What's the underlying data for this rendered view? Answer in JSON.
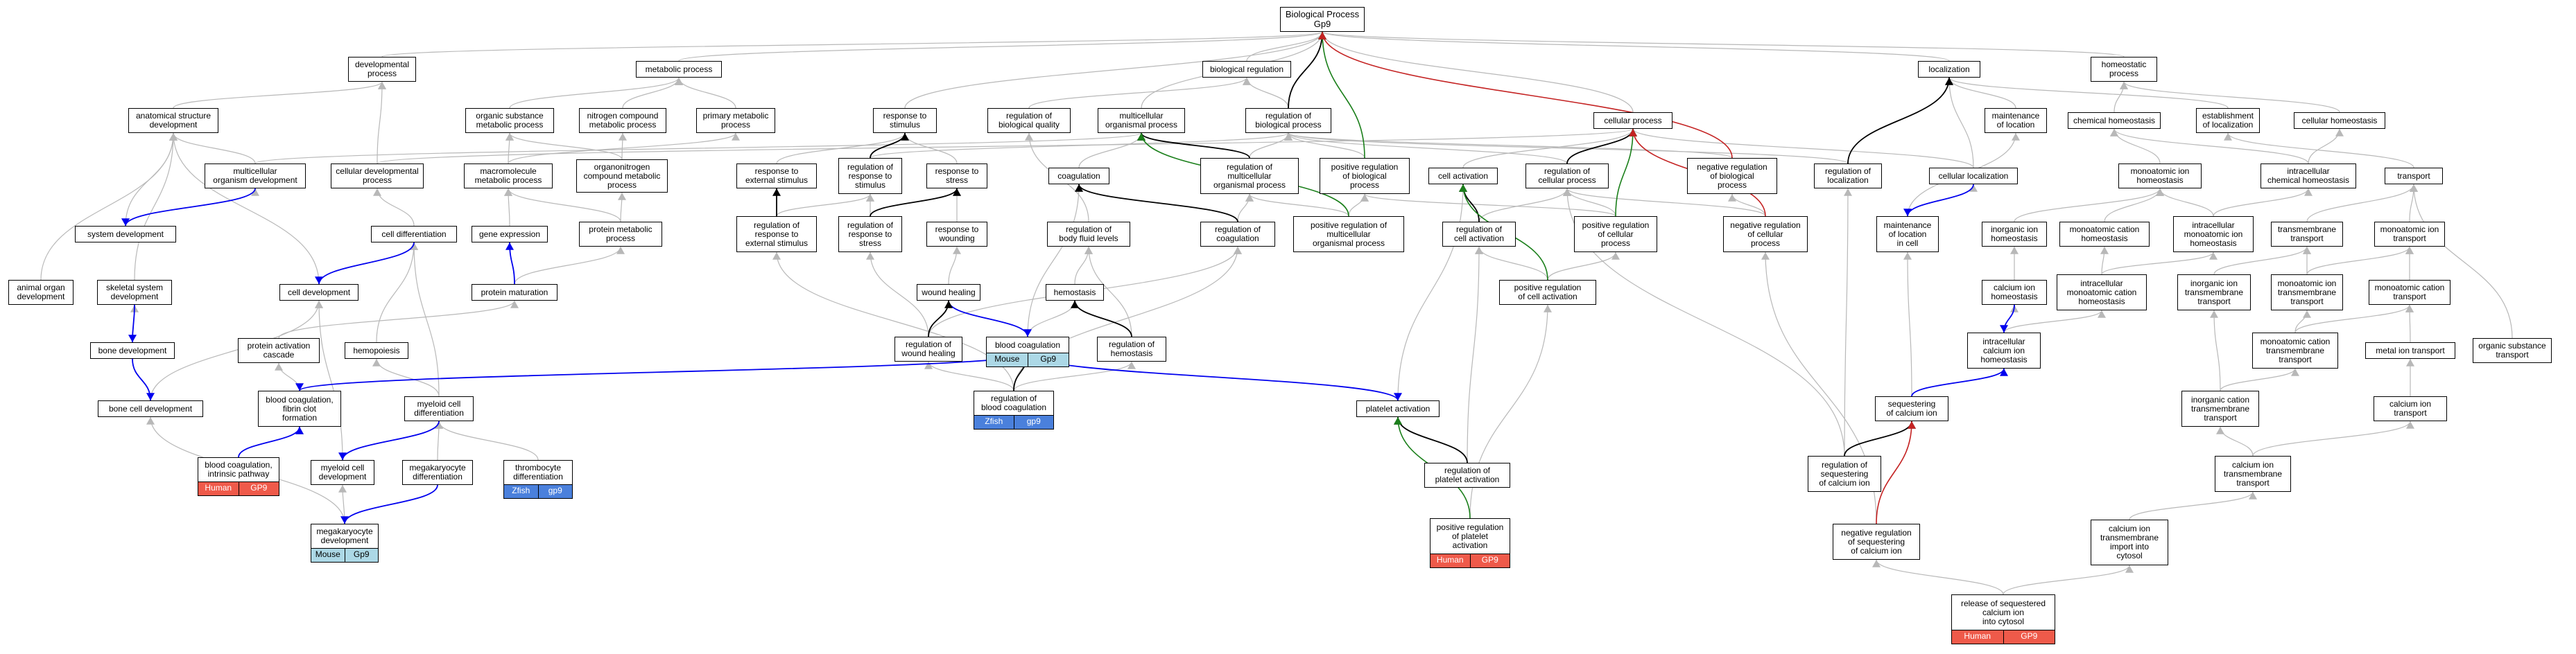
{
  "nodes": {
    "biological_process": "Biological Process\nGp9",
    "developmental_process": "developmental\nprocess",
    "metabolic_process": "metabolic process",
    "biological_regulation": "biological regulation",
    "localization": "localization",
    "homeostatic_process": "homeostatic\nprocess",
    "anatomical_structure_development": "anatomical structure\ndevelopment",
    "organic_substance_metabolic_process": "organic substance\nmetabolic process",
    "nitrogen_compound_metabolic_process": "nitrogen compound\nmetabolic process",
    "primary_metabolic_process": "primary metabolic\nprocess",
    "response_to_stimulus": "response to\nstimulus",
    "regulation_of_biological_quality": "regulation of\nbiological quality",
    "multicellular_organismal_process": "multicellular\norganismal process",
    "regulation_of_biological_process": "regulation of\nbiological process",
    "cellular_process": "cellular process",
    "maintenance_of_location": "maintenance\nof location",
    "chemical_homeostasis": "chemical homeostasis",
    "establishment_of_localization": "establishment\nof localization",
    "cellular_homeostasis": "cellular homeostasis",
    "multicellular_organism_development": "multicellular\norganism development",
    "cellular_developmental_process": "cellular developmental\nprocess",
    "macromolecule_metabolic_process": "macromolecule\nmetabolic process",
    "organonitrogen_compound_metabolic_process": "organonitrogen\ncompound metabolic\nprocess",
    "response_to_external_stimulus": "response to\nexternal stimulus",
    "regulation_of_response_to_stimulus": "regulation of\nresponse to\nstimulus",
    "response_to_stress": "response to\nstress",
    "coagulation": "coagulation",
    "regulation_of_multicellular_organismal_process": "regulation of\nmulticellular\norganismal process",
    "positive_regulation_of_biological_process": "positive regulation\nof biological\nprocess",
    "cell_activation": "cell activation",
    "regulation_of_cellular_process": "regulation of\ncellular process",
    "negative_regulation_of_biological_process": "negative regulation\nof biological\nprocess",
    "regulation_of_localization": "regulation of\nlocalization",
    "cellular_localization": "cellular localization",
    "monoatomic_ion_homeostasis": "monoatomic ion\nhomeostasis",
    "intracellular_chemical_homeostasis": "intracellular\nchemical homeostasis",
    "transport": "transport",
    "system_development": "system development",
    "cell_differentiation": "cell differentiation",
    "gene_expression": "gene expression",
    "protein_metabolic_process": "protein metabolic\nprocess",
    "regulation_of_response_to_external_stimulus": "regulation of\nresponse to\nexternal stimulus",
    "regulation_of_response_to_stress": "regulation of\nresponse to\nstress",
    "response_to_wounding": "response to\nwounding",
    "regulation_of_body_fluid_levels": "regulation of\nbody fluid levels",
    "regulation_of_coagulation": "regulation of\ncoagulation",
    "positive_regulation_of_multicellular_organismal_process": "positive regulation of\nmulticellular\norganismal process",
    "regulation_of_cell_activation": "regulation of\ncell activation",
    "positive_regulation_of_cellular_process": "positive regulation\nof cellular\nprocess",
    "negative_regulation_of_cellular_process": "negative regulation\nof cellular\nprocess",
    "maintenance_of_location_in_cell": "maintenance\nof location\nin cell",
    "inorganic_ion_homeostasis": "inorganic ion\nhomeostasis",
    "monoatomic_cation_homeostasis": "monoatomic cation\nhomeostasis",
    "intracellular_monoatomic_ion_homeostasis": "intracellular\nmonoatomic ion\nhomeostasis",
    "transmembrane_transport": "transmembrane\ntransport",
    "monoatomic_ion_transport": "monoatomic ion\ntransport",
    "animal_organ_development": "animal organ\ndevelopment",
    "skeletal_system_development": "skeletal system\ndevelopment",
    "cell_development": "cell development",
    "protein_maturation": "protein maturation",
    "wound_healing": "wound healing",
    "hemostasis": "hemostasis",
    "positive_regulation_of_cell_activation": "positive regulation\nof cell activation",
    "calcium_ion_homeostasis": "calcium ion\nhomeostasis",
    "intracellular_monoatomic_cation_homeostasis": "intracellular\nmonoatomic cation\nhomeostasis",
    "inorganic_ion_transmembrane_transport": "inorganic ion\ntransmembrane\ntransport",
    "monoatomic_ion_transmembrane_transport": "monoatomic ion\ntransmembrane\ntransport",
    "monoatomic_cation_transport": "monoatomic cation\ntransport",
    "bone_development": "bone development",
    "protein_activation_cascade": "protein activation\ncascade",
    "hemopoiesis": "hemopoiesis",
    "regulation_of_wound_healing": "regulation of\nwound healing",
    "blood_coagulation": "blood coagulation",
    "regulation_of_hemostasis": "regulation of\nhemostasis",
    "intracellular_calcium_ion_homeostasis": "intracellular\ncalcium ion\nhomeostasis",
    "monoatomic_cation_transmembrane_transport": "monoatomic cation\ntransmembrane\ntransport",
    "metal_ion_transport": "metal ion transport",
    "organic_substance_transport": "organic substance\ntransport",
    "bone_cell_development": "bone cell development",
    "blood_coagulation_fibrin_clot_formation": "blood coagulation,\nfibrin clot\nformation",
    "myeloid_cell_differentiation": "myeloid cell\ndifferentiation",
    "regulation_of_blood_coagulation": "regulation of\nblood coagulation",
    "platelet_activation": "platelet activation",
    "sequestering_of_calcium_ion": "sequestering\nof calcium ion",
    "inorganic_cation_transmembrane_transport": "inorganic cation\ntransmembrane\ntransport",
    "calcium_ion_transport": "calcium ion\ntransport",
    "blood_coagulation_intrinsic_pathway": "blood coagulation,\nintrinsic pathway",
    "myeloid_cell_development": "myeloid cell\ndevelopment",
    "megakaryocyte_differentiation": "megakaryocyte\ndifferentiation",
    "thrombocyte_differentiation": "thrombocyte\ndifferentiation",
    "regulation_of_platelet_activation": "regulation of\nplatelet activation",
    "regulation_of_sequestering_of_calcium_ion": "regulation of\nsequestering\nof calcium ion",
    "calcium_ion_transmembrane_transport": "calcium ion\ntransmembrane\ntransport",
    "positive_regulation_of_platelet_activation": "positive regulation\nof platelet\nactivation",
    "negative_regulation_of_sequestering_of_calcium_ion": "negative regulation\nof sequestering\nof calcium ion",
    "calcium_ion_transmembrane_import_into_cytosol": "calcium ion\ntransmembrane\nimport into\ncytosol",
    "megakaryocyte_development": "megakaryocyte\ndevelopment",
    "release_of_sequestered_calcium_ion_into_cytosol": "release of sequestered\ncalcium ion\ninto cytosol"
  },
  "annotations": {
    "blood_coagulation": {
      "species": "Mouse",
      "gene": "Gp9"
    },
    "regulation_of_blood_coagulation": {
      "species": "Zfish",
      "gene": "gp9"
    },
    "blood_coagulation_intrinsic_pathway": {
      "species": "Human",
      "gene": "GP9"
    },
    "thrombocyte_differentiation": {
      "species": "Zfish",
      "gene": "gp9"
    },
    "positive_regulation_of_platelet_activation": {
      "species": "Human",
      "gene": "GP9"
    },
    "megakaryocyte_development": {
      "species": "Mouse",
      "gene": "Gp9"
    },
    "release_of_sequestered_calcium_ion_into_cytosol": {
      "species": "Human",
      "gene": "GP9"
    }
  },
  "colors": {
    "is_a": "#b8b8b8",
    "part_of": "#0000ee",
    "regulates": "#000000",
    "positively_regulates": "#1a7f1a",
    "negatively_regulates": "#c42222",
    "human": "#ef5a4a",
    "mouse": "#acd8e6",
    "zfish": "#4a80dc"
  }
}
